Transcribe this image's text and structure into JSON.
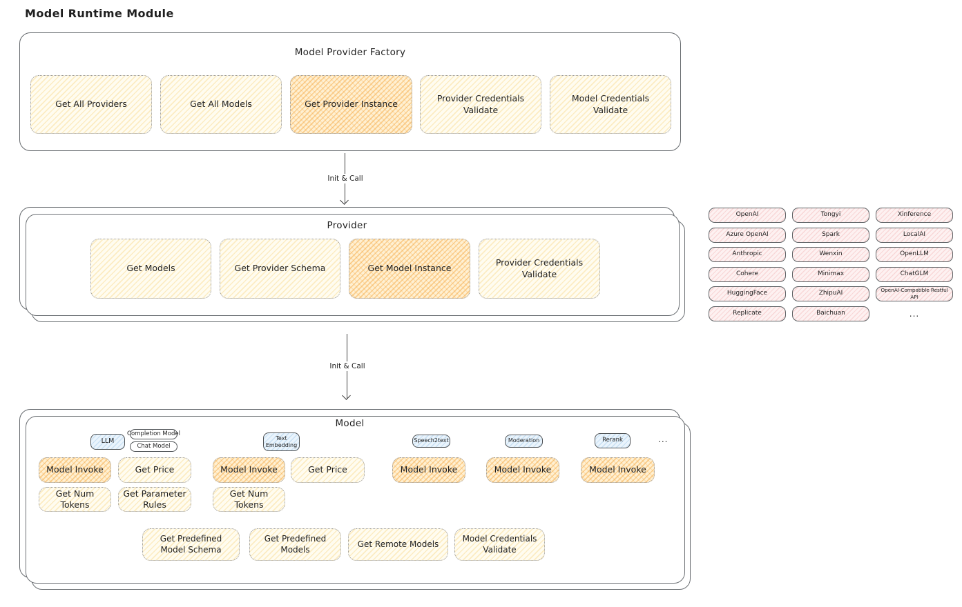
{
  "page": {
    "title": "Model Runtime Module"
  },
  "colors": {
    "yellow_fill": "#fffcf0",
    "yellow_hatch": "#f6c658",
    "orange_fill": "#fff0d2",
    "orange_hatch": "#f4a236",
    "pink_fill": "#fdf1f1",
    "pink_hatch": "#eb8c8c",
    "blue_fill": "#eaf4fc",
    "blue_hatch": "#6eaadc",
    "frame_border": "#64686c",
    "text": "#1f1f1f"
  },
  "factory": {
    "title": "Model Provider Factory",
    "buttons": [
      {
        "label": "Get All Providers",
        "highlighted": false
      },
      {
        "label": "Get All Models",
        "highlighted": false
      },
      {
        "label": "Get Provider Instance",
        "highlighted": true
      },
      {
        "label": "Provider Credentials Validate",
        "highlighted": false
      },
      {
        "label": "Model Credentials Validate",
        "highlighted": false
      }
    ]
  },
  "flow": {
    "label1": "Init & Call",
    "label2": "Init & Call"
  },
  "provider": {
    "title": "Provider",
    "buttons": [
      {
        "label": "Get Models",
        "highlighted": false
      },
      {
        "label": "Get Provider Schema",
        "highlighted": false
      },
      {
        "label": "Get Model Instance",
        "highlighted": true
      },
      {
        "label": "Provider Credentials Validate",
        "highlighted": false
      }
    ]
  },
  "providers_panel": {
    "items": [
      "OpenAI",
      "Tongyi",
      "Xinference",
      "Azure OpenAI",
      "Spark",
      "LocalAI",
      "Anthropic",
      "Wenxin",
      "OpenLLM",
      "Cohere",
      "Minimax",
      "ChatGLM",
      "HuggingFace",
      "ZhipuAI",
      "OpenAI-Compatible Restful API",
      "Replicate",
      "Baichuan"
    ],
    "more": "..."
  },
  "model": {
    "title": "Model",
    "tabs": [
      {
        "label": "LLM",
        "style": "blue"
      },
      {
        "label": "Completion Model",
        "style": "white"
      },
      {
        "label": "Chat Model",
        "style": "white"
      },
      {
        "label": "Text Embedding",
        "style": "blue"
      },
      {
        "label": "Speech2text",
        "style": "blue"
      },
      {
        "label": "Moderation",
        "style": "blue"
      },
      {
        "label": "Rerank",
        "style": "blue"
      }
    ],
    "tabs_more": "...",
    "row1": [
      "Model Invoke",
      "Get Price",
      "Model Invoke",
      "Get Price",
      "Model Invoke",
      "Model Invoke",
      "Model Invoke"
    ],
    "row2": [
      "Get Num Tokens",
      "Get Parameter Rules",
      "Get Num Tokens"
    ],
    "row3": [
      "Get Predefined Model Schema",
      "Get Predefined Models",
      "Get Remote Models",
      "Model Credentials Validate"
    ]
  }
}
